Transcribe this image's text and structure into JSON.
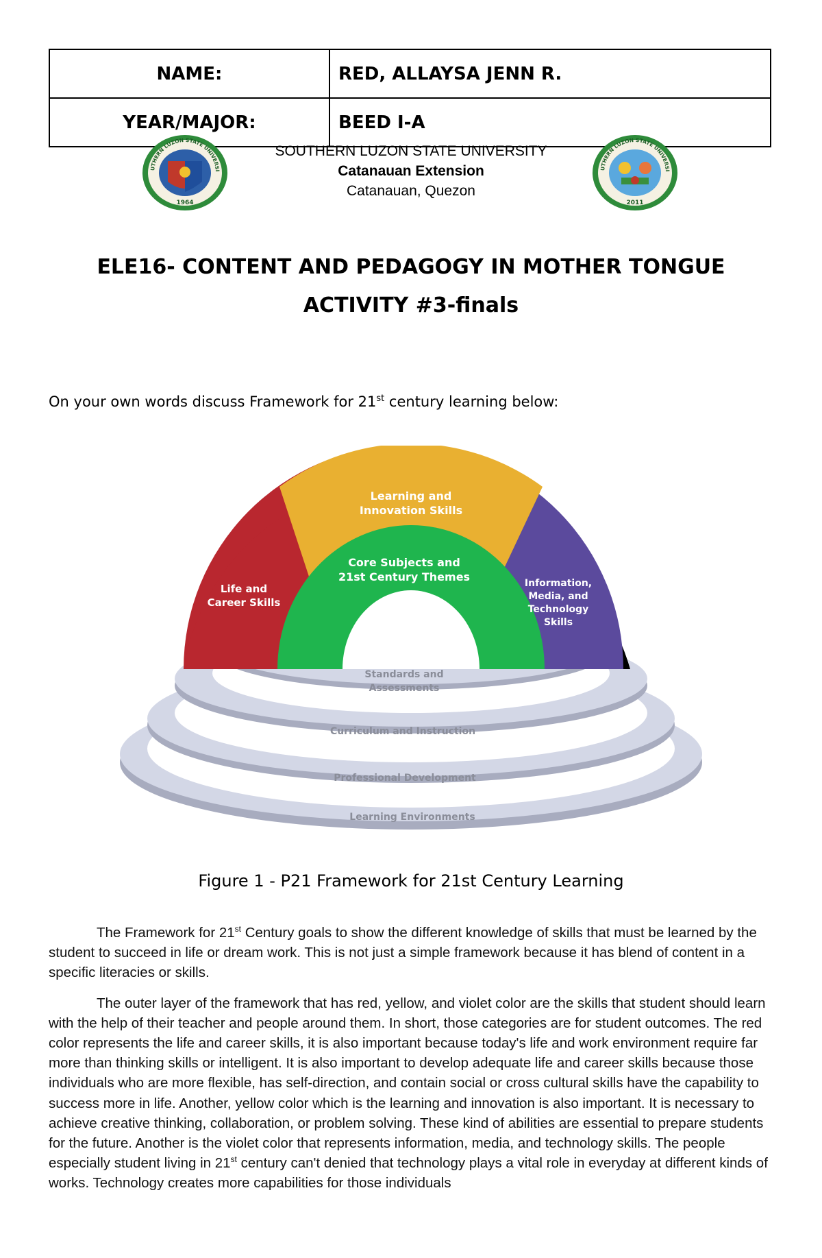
{
  "header": {
    "name_label": "NAME:",
    "name_value": "RED, ALLAYSA JENN R.",
    "year_label": "YEAR/MAJOR:",
    "year_value": "BEED I-A"
  },
  "university": {
    "name": "SOUTHERN LUZON STATE UNIVERSITY",
    "extension": "Catanauan Extension",
    "location": "Catanauan, Quezon",
    "left_seal_text": "SOUTHERN LUZON STATE UNIVERSITY",
    "left_seal_year": "1964",
    "right_seal_text": "SOUTHERN LUZON STATE UNIVERSITY",
    "right_seal_year": "2011"
  },
  "course_title": "ELE16- CONTENT AND PEDAGOGY IN MOTHER TONGUE",
  "activity_title": "ACTIVITY #3-finals",
  "prompt": {
    "before": "On your own words discuss Framework for 21",
    "sup": "st",
    "after": " century learning below:"
  },
  "diagram": {
    "colors": {
      "red": "#b9272f",
      "yellow": "#e9b031",
      "purple": "#5b4a9d",
      "green": "#1fb54e",
      "ring": "#d3d7e6",
      "ring_shadow": "#a8acbf"
    },
    "arc_labels": {
      "life_line1": "Life and",
      "life_line2": "Career Skills",
      "learning_line1": "Learning and",
      "learning_line2": "Innovation Skills",
      "info_line1": "Information,",
      "info_line2": "Media, and",
      "info_line3": "Technology",
      "info_line4": "Skills",
      "core_line1": "Core Subjects and",
      "core_line2": "21st Century Themes"
    },
    "ring_labels": {
      "standards_line1": "Standards and",
      "standards_line2": "Assessments",
      "curriculum": "Curriculum and Instruction",
      "professional": "Professional Development",
      "environments": "Learning Environments"
    }
  },
  "caption": "Figure 1 - P21 Framework for 21st Century Learning",
  "paragraphs": {
    "p1_a": "The Framework for 21",
    "p1_sup": "st",
    "p1_b": " Century goals to show the different knowledge of skills that must be learned by the student to succeed in life or dream work. This is not just a simple framework because it has blend of content in a specific literacies or skills.",
    "p2_a": "The outer layer of the framework that has red, yellow, and violet color are the skills that student should learn with the help of their teacher and people around them. In short, those categories are for student outcomes. The red color represents the life and career skills, it is also important because today's life and work environment require far more than thinking skills or intelligent. It is also important to develop adequate life and career skills because those individuals who are more flexible, has self-direction, and contain social or cross cultural skills have the capability to success more in life. Another, yellow color which is the learning and innovation is also important. It is necessary to achieve creative thinking, collaboration, or problem solving. These kind of abilities are essential to prepare students for the future. Another is the violet color that represents information, media, and technology skills. The people especially student living in 21",
    "p2_sup": "st",
    "p2_b": " century can't denied that technology plays a vital role in everyday at different kinds of works. Technology creates more capabilities for those individuals"
  }
}
